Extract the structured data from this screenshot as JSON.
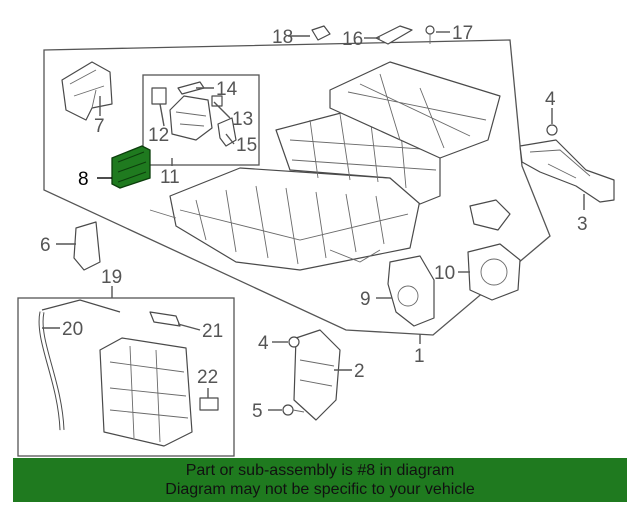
{
  "callouts": {
    "c1": "1",
    "c2": "2",
    "c3": "3",
    "c4a": "4",
    "c4b": "4",
    "c5": "5",
    "c6": "6",
    "c7": "7",
    "c8": "8",
    "c9": "9",
    "c10": "10",
    "c11": "11",
    "c12": "12",
    "c13": "13",
    "c14": "14",
    "c15": "15",
    "c16": "16",
    "c17": "17",
    "c18": "18",
    "c19": "19",
    "c20": "20",
    "c21": "21",
    "c22": "22"
  },
  "highlight_color": "#1f7a1f",
  "banner": {
    "line1": "Part or sub-assembly is #8 in diagram",
    "line2": "Diagram may not be specific to your vehicle"
  }
}
